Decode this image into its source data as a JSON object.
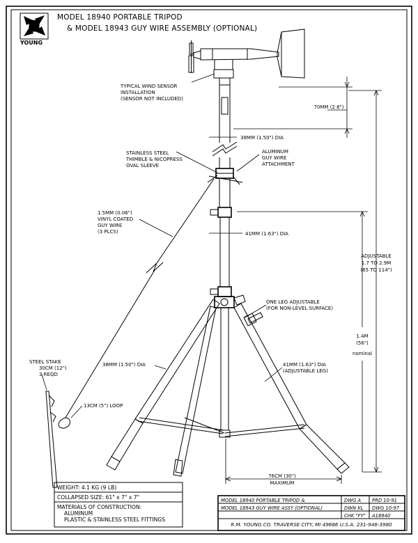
{
  "header": {
    "logo_text": "YOUNG",
    "title_line1": "MODEL 18940 PORTABLE TRIPOD",
    "title_line2": "& MODEL 18943 GUY WIRE ASSEMBLY (OPTIONAL)"
  },
  "callouts": {
    "sensor_1": "TYPICAL WIND SENSOR",
    "sensor_2": "INSTALLATION",
    "sensor_3": "(SENSOR NOT INCLUDED)",
    "top_dim": "70MM (2.8\")",
    "mast_upper": "38MM (1.50\") DIA",
    "thimble_1": "STAINLESS STEEL",
    "thimble_2": "THIMBLE & NICOPRESS",
    "thimble_3": "OVAL SLEEVE",
    "guy_att_1": "ALUMINUM",
    "guy_att_2": "GUY WIRE",
    "guy_att_3": "ATTACHMENT",
    "wire_1": "1.5MM (0.06\")",
    "wire_2": "VINYL COATED",
    "wire_3": "GUY WIRE",
    "wire_4": "(3 PLCS)",
    "mast_lower": "41MM (1.63\") DIA",
    "adj_1": "ADJUSTABLE",
    "adj_2": "1.7 TO 2.9M",
    "adj_3": "(65 TO 114\")",
    "leg_adj_1": "ONE LEG ADJUSTABLE",
    "leg_adj_2": "(FOR NON-LEVEL SURFACE)",
    "height_1": "1.4M",
    "height_2": "(56\")",
    "height_3": "nominal",
    "stake_1": "STEEL STAKE",
    "stake_2": "30CM (12\")",
    "stake_3": "3 REQD",
    "leg_left": "38MM (1.50\") DIA",
    "leg_right_1": "41MM (1.63\") DIA",
    "leg_right_2": "(ADJUSTABLE LEG)",
    "loop": "13CM (5\") LOOP",
    "width_1": "76CM (30\")",
    "width_2": "MAXIMUM"
  },
  "specs": {
    "weight": "WEIGHT:  4.1 KG (9 LB)",
    "collapsed": "COLLAPSED SIZE:  61\" x 7\" x 7\"",
    "materials_1": "MATERIALS OF CONSTRUCTION:",
    "materials_2": "ALUMINUM",
    "materials_3": "PLASTIC & STAINLESS STEEL FITTINGS"
  },
  "title_block": {
    "row1_desc": "MODEL 18940 PORTABLE TRIPOD &",
    "row1_code": "DWG A",
    "row1_date": "PRD 10-91",
    "row2_desc": "MODEL 18943 GUY WIRE ASSY (OPTIONAL)",
    "row2_code": "DWN KL",
    "row2_date": "DWG 10-97",
    "row3_code": "CHK \"FY\"",
    "row3_date": "A18940",
    "company": "R.M. YOUNG CO. TRAVERSE CITY, MI 49686 U.S.A. 231-946-3980"
  }
}
